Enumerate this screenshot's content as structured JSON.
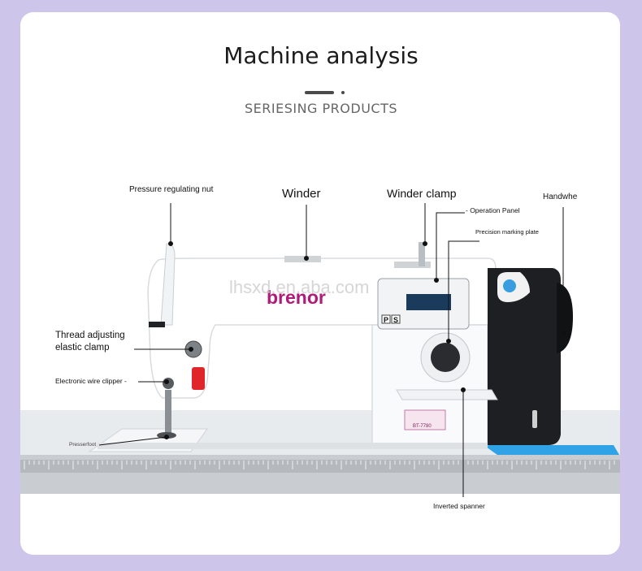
{
  "header": {
    "title": "Machine analysis",
    "subtitle": "SERIESING PRODUCTS"
  },
  "machine": {
    "brand": "brenor",
    "watermark": "lhsxd.en.aba.com",
    "panel_letters": [
      "P",
      "S"
    ],
    "model_plate": "BT-7780"
  },
  "labels": {
    "pressure_nut": "Pressure regulating nut",
    "winder": "Winder",
    "winder_clamp": "Winder clamp",
    "handwheel": "Handwhe",
    "operation_panel": "- Operation Panel",
    "precision_plate": "Precision marking plate",
    "thread_adjusting": "Thread adjusting\nelastic clamp",
    "wire_clipper": "Electronic wire clipper -",
    "presserfoot": "Presserfoot",
    "inverted_spanner": "Inverted spanner"
  },
  "colors": {
    "background": "#cdc5ea",
    "brand": "#b01a78",
    "accent_blue": "#3a9ddf"
  }
}
